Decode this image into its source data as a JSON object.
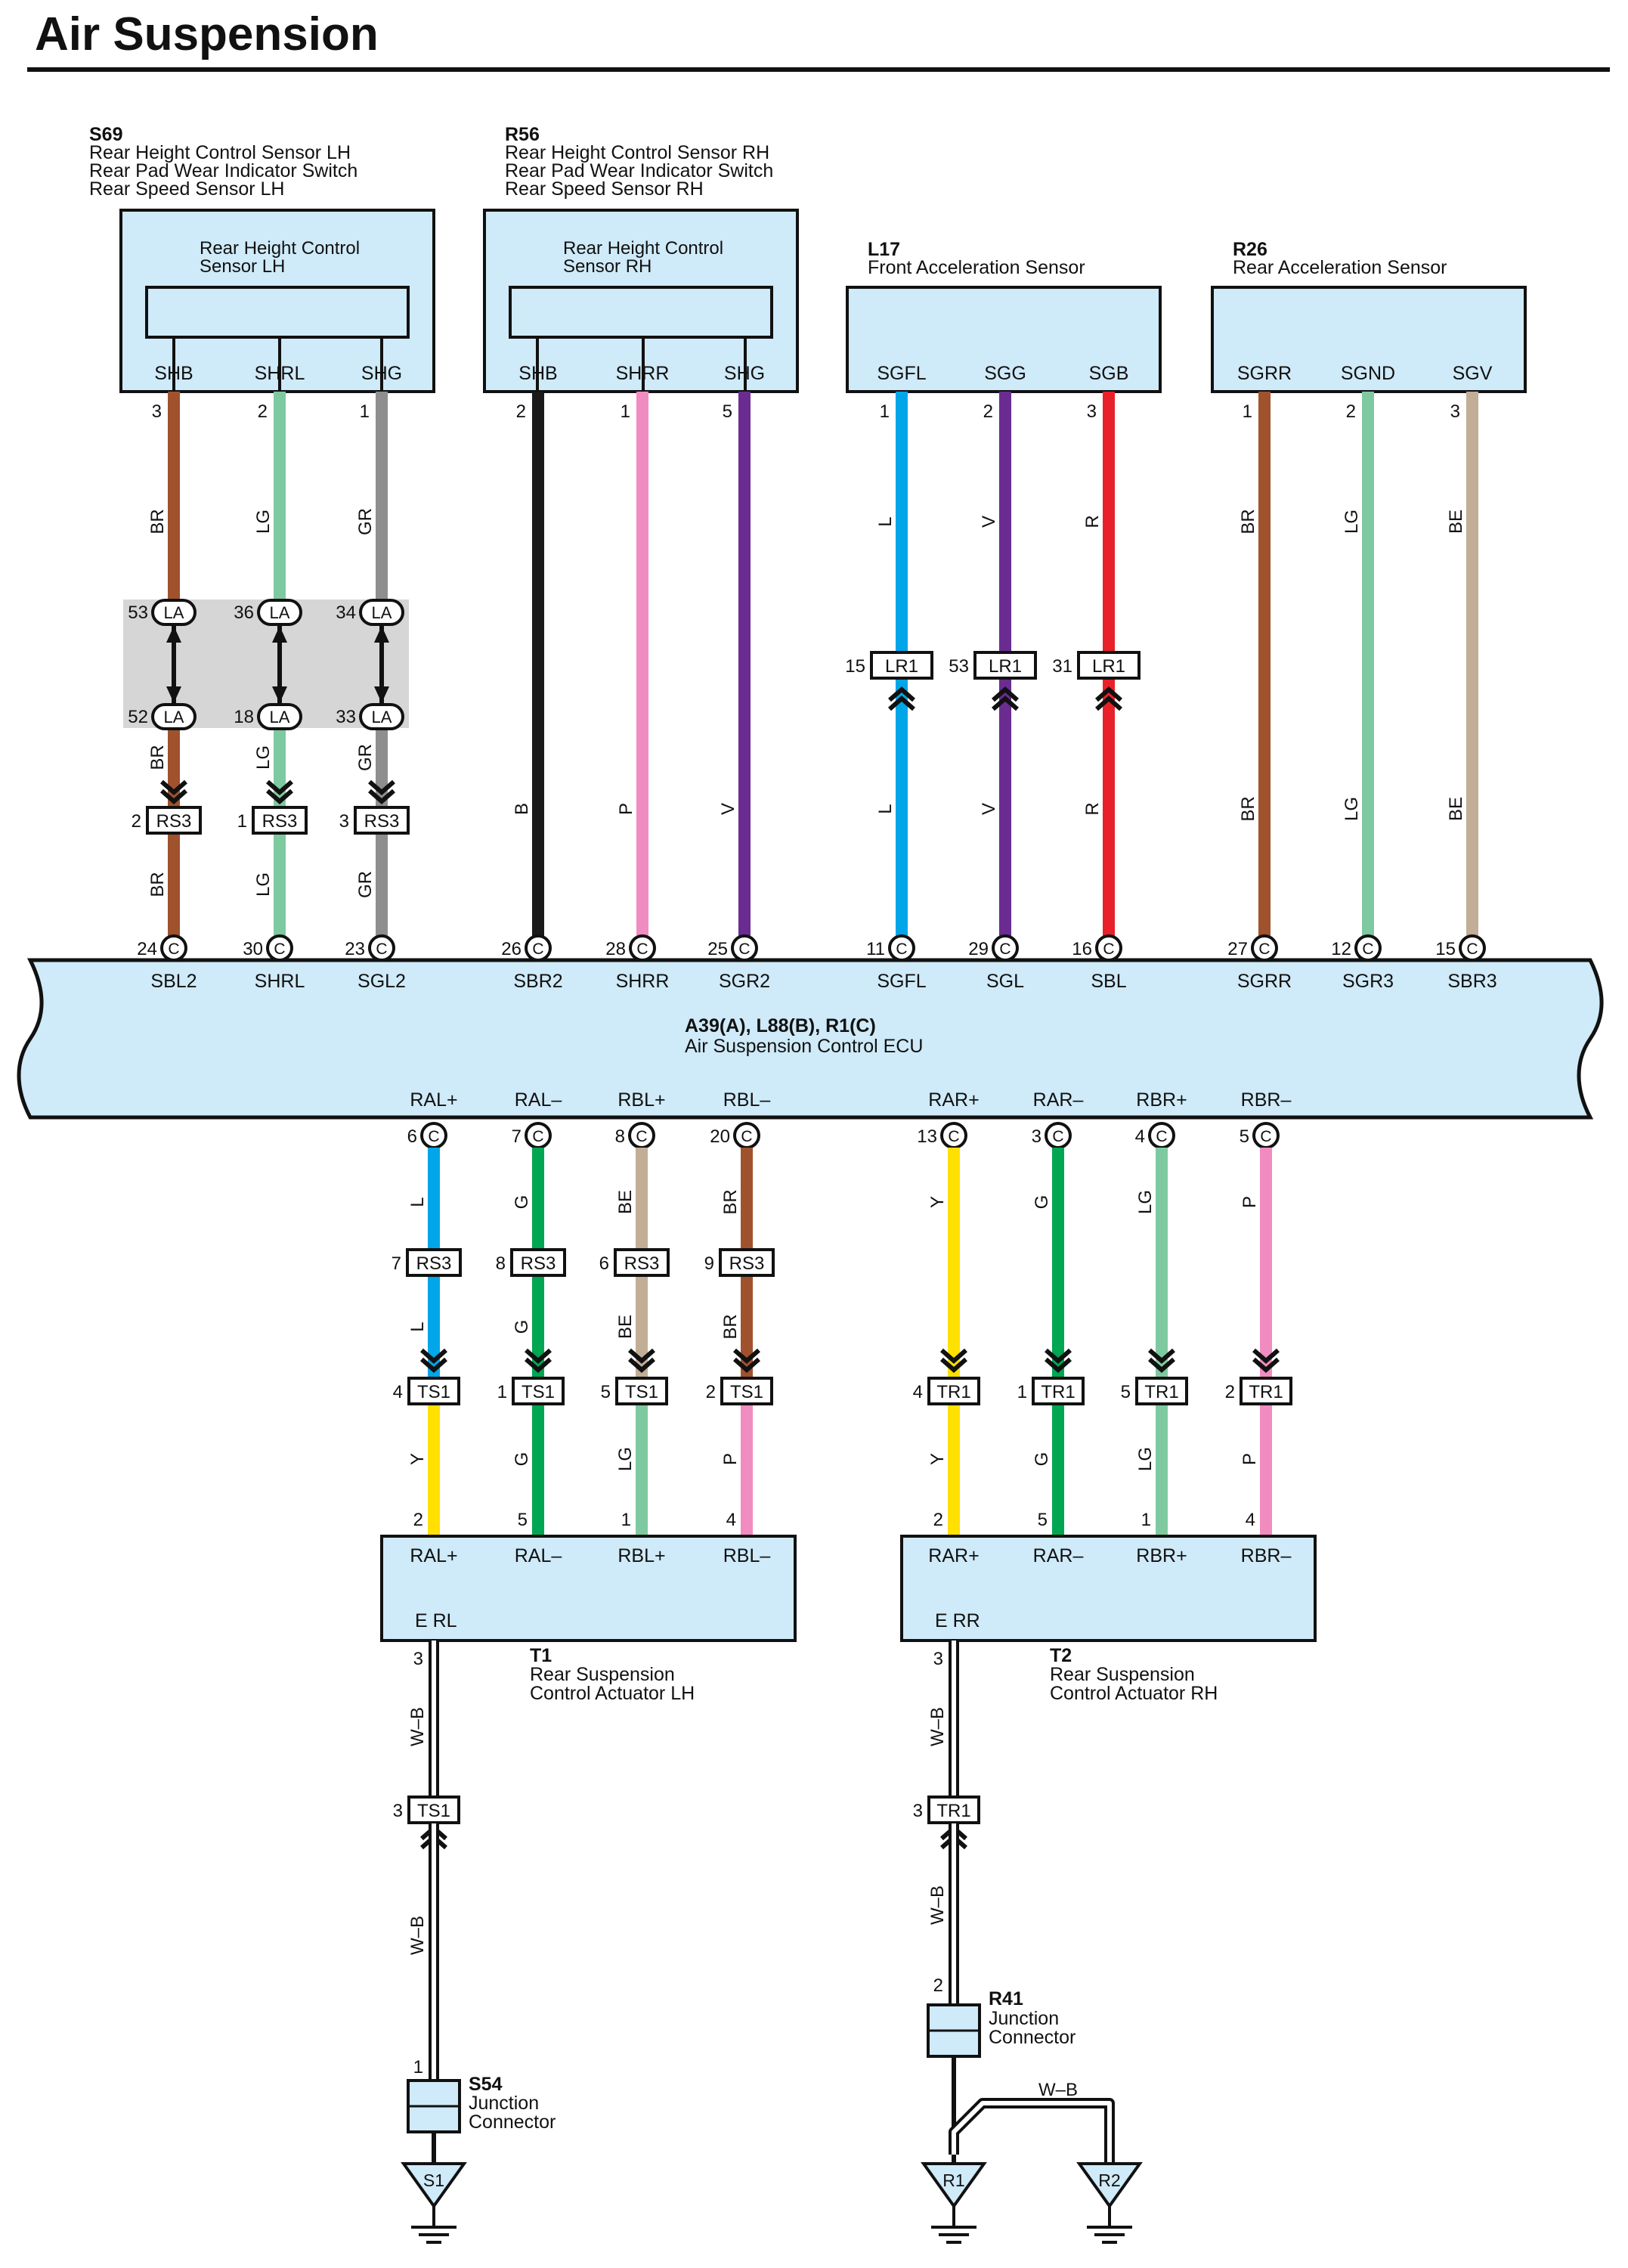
{
  "title": "Air Suspension",
  "colors": {
    "box_fill": "#cfeaf8",
    "BR": "#a0522d",
    "LG": "#7fc9a0",
    "GR": "#8e8e8e",
    "B": "#1a1a1a",
    "P": "#f08cc0",
    "V": "#6a2c91",
    "L": "#00a6e8",
    "R": "#e8202a",
    "BE": "#c2ad96",
    "G": "#00a651",
    "Y": "#ffe000",
    "WB": "#ffffff"
  },
  "components": {
    "s69": {
      "code": "S69",
      "desc": [
        "Rear Height Control Sensor LH",
        "Rear Pad Wear Indicator Switch",
        "Rear Speed Sensor LH"
      ],
      "inner": [
        "Rear Height Control",
        "Sensor LH"
      ],
      "pins": [
        "SHB",
        "SHRL",
        "SHG"
      ]
    },
    "r56": {
      "code": "R56",
      "desc": [
        "Rear Height Control Sensor RH",
        "Rear Pad Wear Indicator Switch",
        "Rear Speed Sensor RH"
      ],
      "inner": [
        "Rear Height Control",
        "Sensor RH"
      ],
      "pins": [
        "SHB",
        "SHRR",
        "SHG"
      ]
    },
    "l17": {
      "code": "L17",
      "desc": [
        "Front Acceleration Sensor"
      ],
      "pins": [
        "SGFL",
        "SGG",
        "SGB"
      ]
    },
    "r26": {
      "code": "R26",
      "desc": [
        "Rear Acceleration Sensor"
      ],
      "pins": [
        "SGRR",
        "SGND",
        "SGV"
      ]
    },
    "ecu": {
      "code": "A39(A), L88(B), R1(C)",
      "desc": "Air Suspension Control ECU",
      "top_pins": [
        "SBL2",
        "SHRL",
        "SGL2",
        "SBR2",
        "SHRR",
        "SGR2",
        "SGFL",
        "SGL",
        "SBL",
        "SGRR",
        "SGR3",
        "SBR3"
      ],
      "bottom_pins": [
        "RAL+",
        "RAL–",
        "RBL+",
        "RBL–",
        "RAR+",
        "RAR–",
        "RBR+",
        "RBR–"
      ]
    },
    "t1": {
      "code": "T1",
      "desc": [
        "Rear Suspension",
        "Control Actuator LH"
      ],
      "pins": [
        "RAL+",
        "RAL–",
        "RBL+",
        "RBL–"
      ],
      "ground": "E RL"
    },
    "t2": {
      "code": "T2",
      "desc": [
        "Rear Suspension",
        "Control Actuator RH"
      ],
      "pins": [
        "RAR+",
        "RAR–",
        "RBR+",
        "RBR–"
      ],
      "ground": "E RR"
    },
    "s54": {
      "code": "S54",
      "desc": [
        "Junction",
        "Connector"
      ]
    },
    "r41": {
      "code": "R41",
      "desc": [
        "Junction",
        "Connector"
      ]
    }
  },
  "grounds": [
    "S1",
    "R1",
    "R2"
  ],
  "connector_c": "C",
  "upper_wires": [
    {
      "sensor_pin": "3",
      "colors": [
        "BR",
        "BR",
        "BR"
      ],
      "ij": [
        {
          "code": "LA",
          "pin": "53"
        },
        {
          "code": "LA",
          "pin": "52"
        }
      ],
      "rs": {
        "code": "RS3",
        "pin": "2"
      },
      "ecu_pin": "24"
    },
    {
      "sensor_pin": "2",
      "colors": [
        "LG",
        "LG",
        "LG"
      ],
      "ij": [
        {
          "code": "LA",
          "pin": "36"
        },
        {
          "code": "LA",
          "pin": "18"
        }
      ],
      "rs": {
        "code": "RS3",
        "pin": "1"
      },
      "ecu_pin": "30"
    },
    {
      "sensor_pin": "1",
      "colors": [
        "GR",
        "GR",
        "GR"
      ],
      "ij": [
        {
          "code": "LA",
          "pin": "34"
        },
        {
          "code": "LA",
          "pin": "33"
        }
      ],
      "rs": {
        "code": "RS3",
        "pin": "3"
      },
      "ecu_pin": "23"
    },
    {
      "sensor_pin": "2",
      "colors": [
        "B"
      ],
      "ecu_pin": "26"
    },
    {
      "sensor_pin": "1",
      "colors": [
        "P"
      ],
      "ecu_pin": "28"
    },
    {
      "sensor_pin": "5",
      "colors": [
        "V"
      ],
      "ecu_pin": "25"
    },
    {
      "sensor_pin": "1",
      "colors": [
        "L",
        "L"
      ],
      "lr": {
        "code": "LR1",
        "pin": "15"
      },
      "ecu_pin": "11"
    },
    {
      "sensor_pin": "2",
      "colors": [
        "V",
        "V"
      ],
      "lr": {
        "code": "LR1",
        "pin": "53"
      },
      "ecu_pin": "29"
    },
    {
      "sensor_pin": "3",
      "colors": [
        "R",
        "R"
      ],
      "lr": {
        "code": "LR1",
        "pin": "31"
      },
      "ecu_pin": "16"
    },
    {
      "sensor_pin": "1",
      "colors": [
        "BR",
        "BR"
      ],
      "ecu_pin": "27"
    },
    {
      "sensor_pin": "2",
      "colors": [
        "LG",
        "LG"
      ],
      "ecu_pin": "12"
    },
    {
      "sensor_pin": "3",
      "colors": [
        "BE",
        "BE"
      ],
      "ecu_pin": "15"
    }
  ],
  "lower_wires": [
    {
      "ecu_pin": "6",
      "colors": [
        "L",
        "L",
        "Y"
      ],
      "mid": {
        "code": "RS3",
        "pin": "7"
      },
      "conn": {
        "code": "TS1",
        "pin": "4"
      },
      "act_pin": "2"
    },
    {
      "ecu_pin": "7",
      "colors": [
        "G",
        "G",
        "G"
      ],
      "mid": {
        "code": "RS3",
        "pin": "8"
      },
      "conn": {
        "code": "TS1",
        "pin": "1"
      },
      "act_pin": "5"
    },
    {
      "ecu_pin": "8",
      "colors": [
        "BE",
        "BE",
        "LG"
      ],
      "mid": {
        "code": "RS3",
        "pin": "6"
      },
      "conn": {
        "code": "TS1",
        "pin": "5"
      },
      "act_pin": "1"
    },
    {
      "ecu_pin": "20",
      "colors": [
        "BR",
        "BR",
        "P"
      ],
      "mid": {
        "code": "RS3",
        "pin": "9"
      },
      "conn": {
        "code": "TS1",
        "pin": "2"
      },
      "act_pin": "4"
    },
    {
      "ecu_pin": "13",
      "colors": [
        "Y",
        "Y"
      ],
      "conn": {
        "code": "TR1",
        "pin": "4"
      },
      "act_pin": "2"
    },
    {
      "ecu_pin": "3",
      "colors": [
        "G",
        "G"
      ],
      "conn": {
        "code": "TR1",
        "pin": "1"
      },
      "act_pin": "5"
    },
    {
      "ecu_pin": "4",
      "colors": [
        "LG",
        "LG"
      ],
      "conn": {
        "code": "TR1",
        "pin": "5"
      },
      "act_pin": "1"
    },
    {
      "ecu_pin": "5",
      "colors": [
        "P",
        "P"
      ],
      "conn": {
        "code": "TR1",
        "pin": "2"
      },
      "act_pin": "4"
    }
  ],
  "ground_paths": {
    "left": {
      "act_pin": "3",
      "color": "W–B",
      "conn": {
        "code": "TS1",
        "pin": "3"
      },
      "color2": "W–B",
      "junction_pin": "1"
    },
    "right": {
      "act_pin": "3",
      "color": "W–B",
      "conn": {
        "code": "TR1",
        "pin": "3"
      },
      "color2": "W–B",
      "junction_pin": "2",
      "branch_color": "W–B"
    }
  }
}
